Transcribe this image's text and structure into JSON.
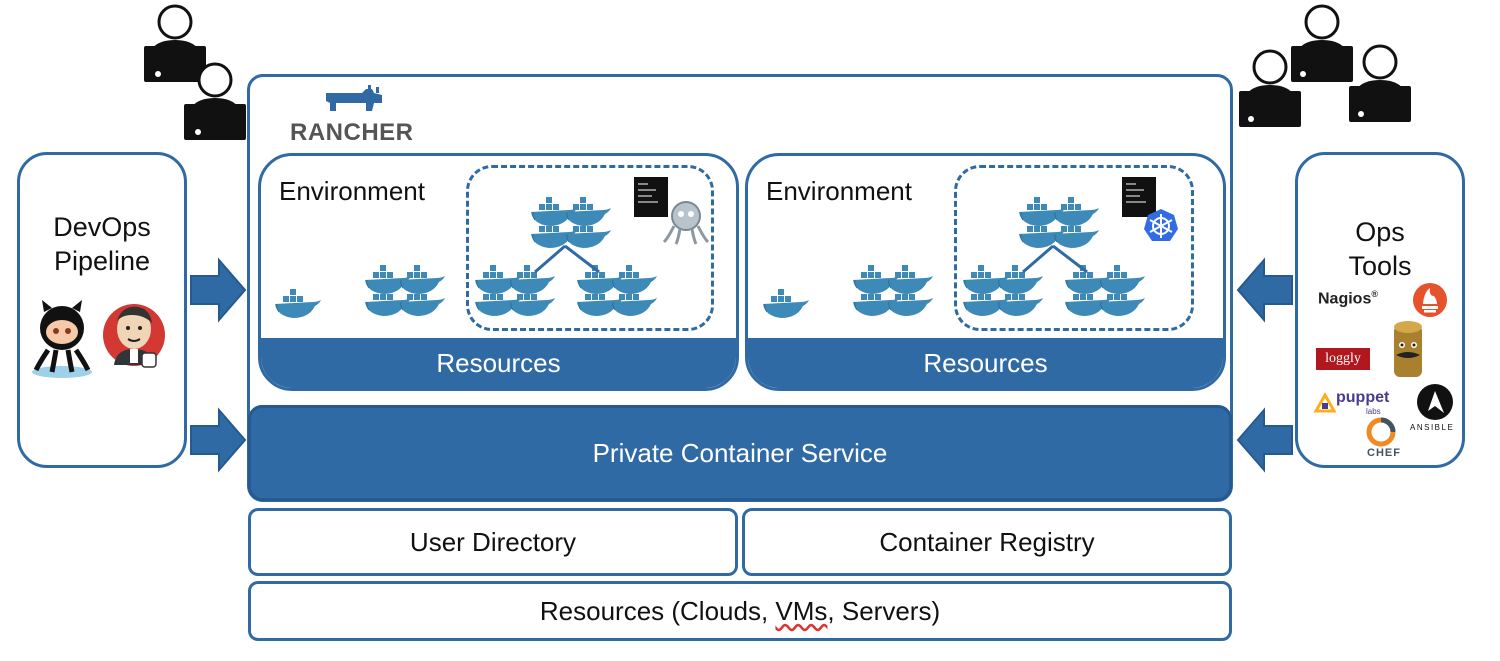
{
  "left_panel": {
    "title_line1": "DevOps",
    "title_line2": "Pipeline",
    "logos": [
      "github-octocat",
      "jenkins"
    ]
  },
  "right_panel": {
    "title_line1": "Ops",
    "title_line2": "Tools",
    "logos": {
      "nagios": "Nagios",
      "loggly": "loggly",
      "puppet": "puppet",
      "puppet_sub": "labs",
      "ansible": "ANSIBLE",
      "chef": "CHEF"
    }
  },
  "rancher": {
    "brand": "RANCHER"
  },
  "environments": [
    {
      "title": "Environment",
      "resources_label": "Resources",
      "orchestrator_icon": "cattle-octopus"
    },
    {
      "title": "Environment",
      "resources_label": "Resources",
      "orchestrator_icon": "kubernetes-wheel"
    }
  ],
  "private_container_service": "Private Container Service",
  "user_directory": "User Directory",
  "container_registry": "Container Registry",
  "bottom_resources": {
    "prefix": "Resources (Clouds, ",
    "vms": "VMs",
    "suffix": ", Servers)"
  },
  "colors": {
    "primary": "#2f6aa5",
    "dark": "#255a91",
    "whale": "#3d8ab8",
    "text": "#111111"
  }
}
